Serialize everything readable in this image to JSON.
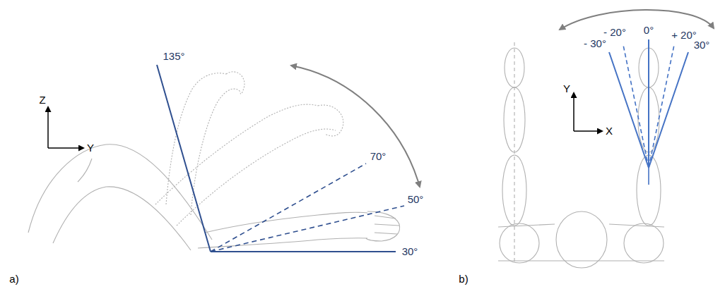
{
  "diagram": {
    "labels": [
      "Z",
      "Y",
      "135°",
      "70°",
      "50°",
      "30°",
      "a)",
      "- 20°",
      "0°",
      "+ 20°",
      "- 30°",
      "30°",
      "Y",
      "X",
      "b)"
    ]
  }
}
